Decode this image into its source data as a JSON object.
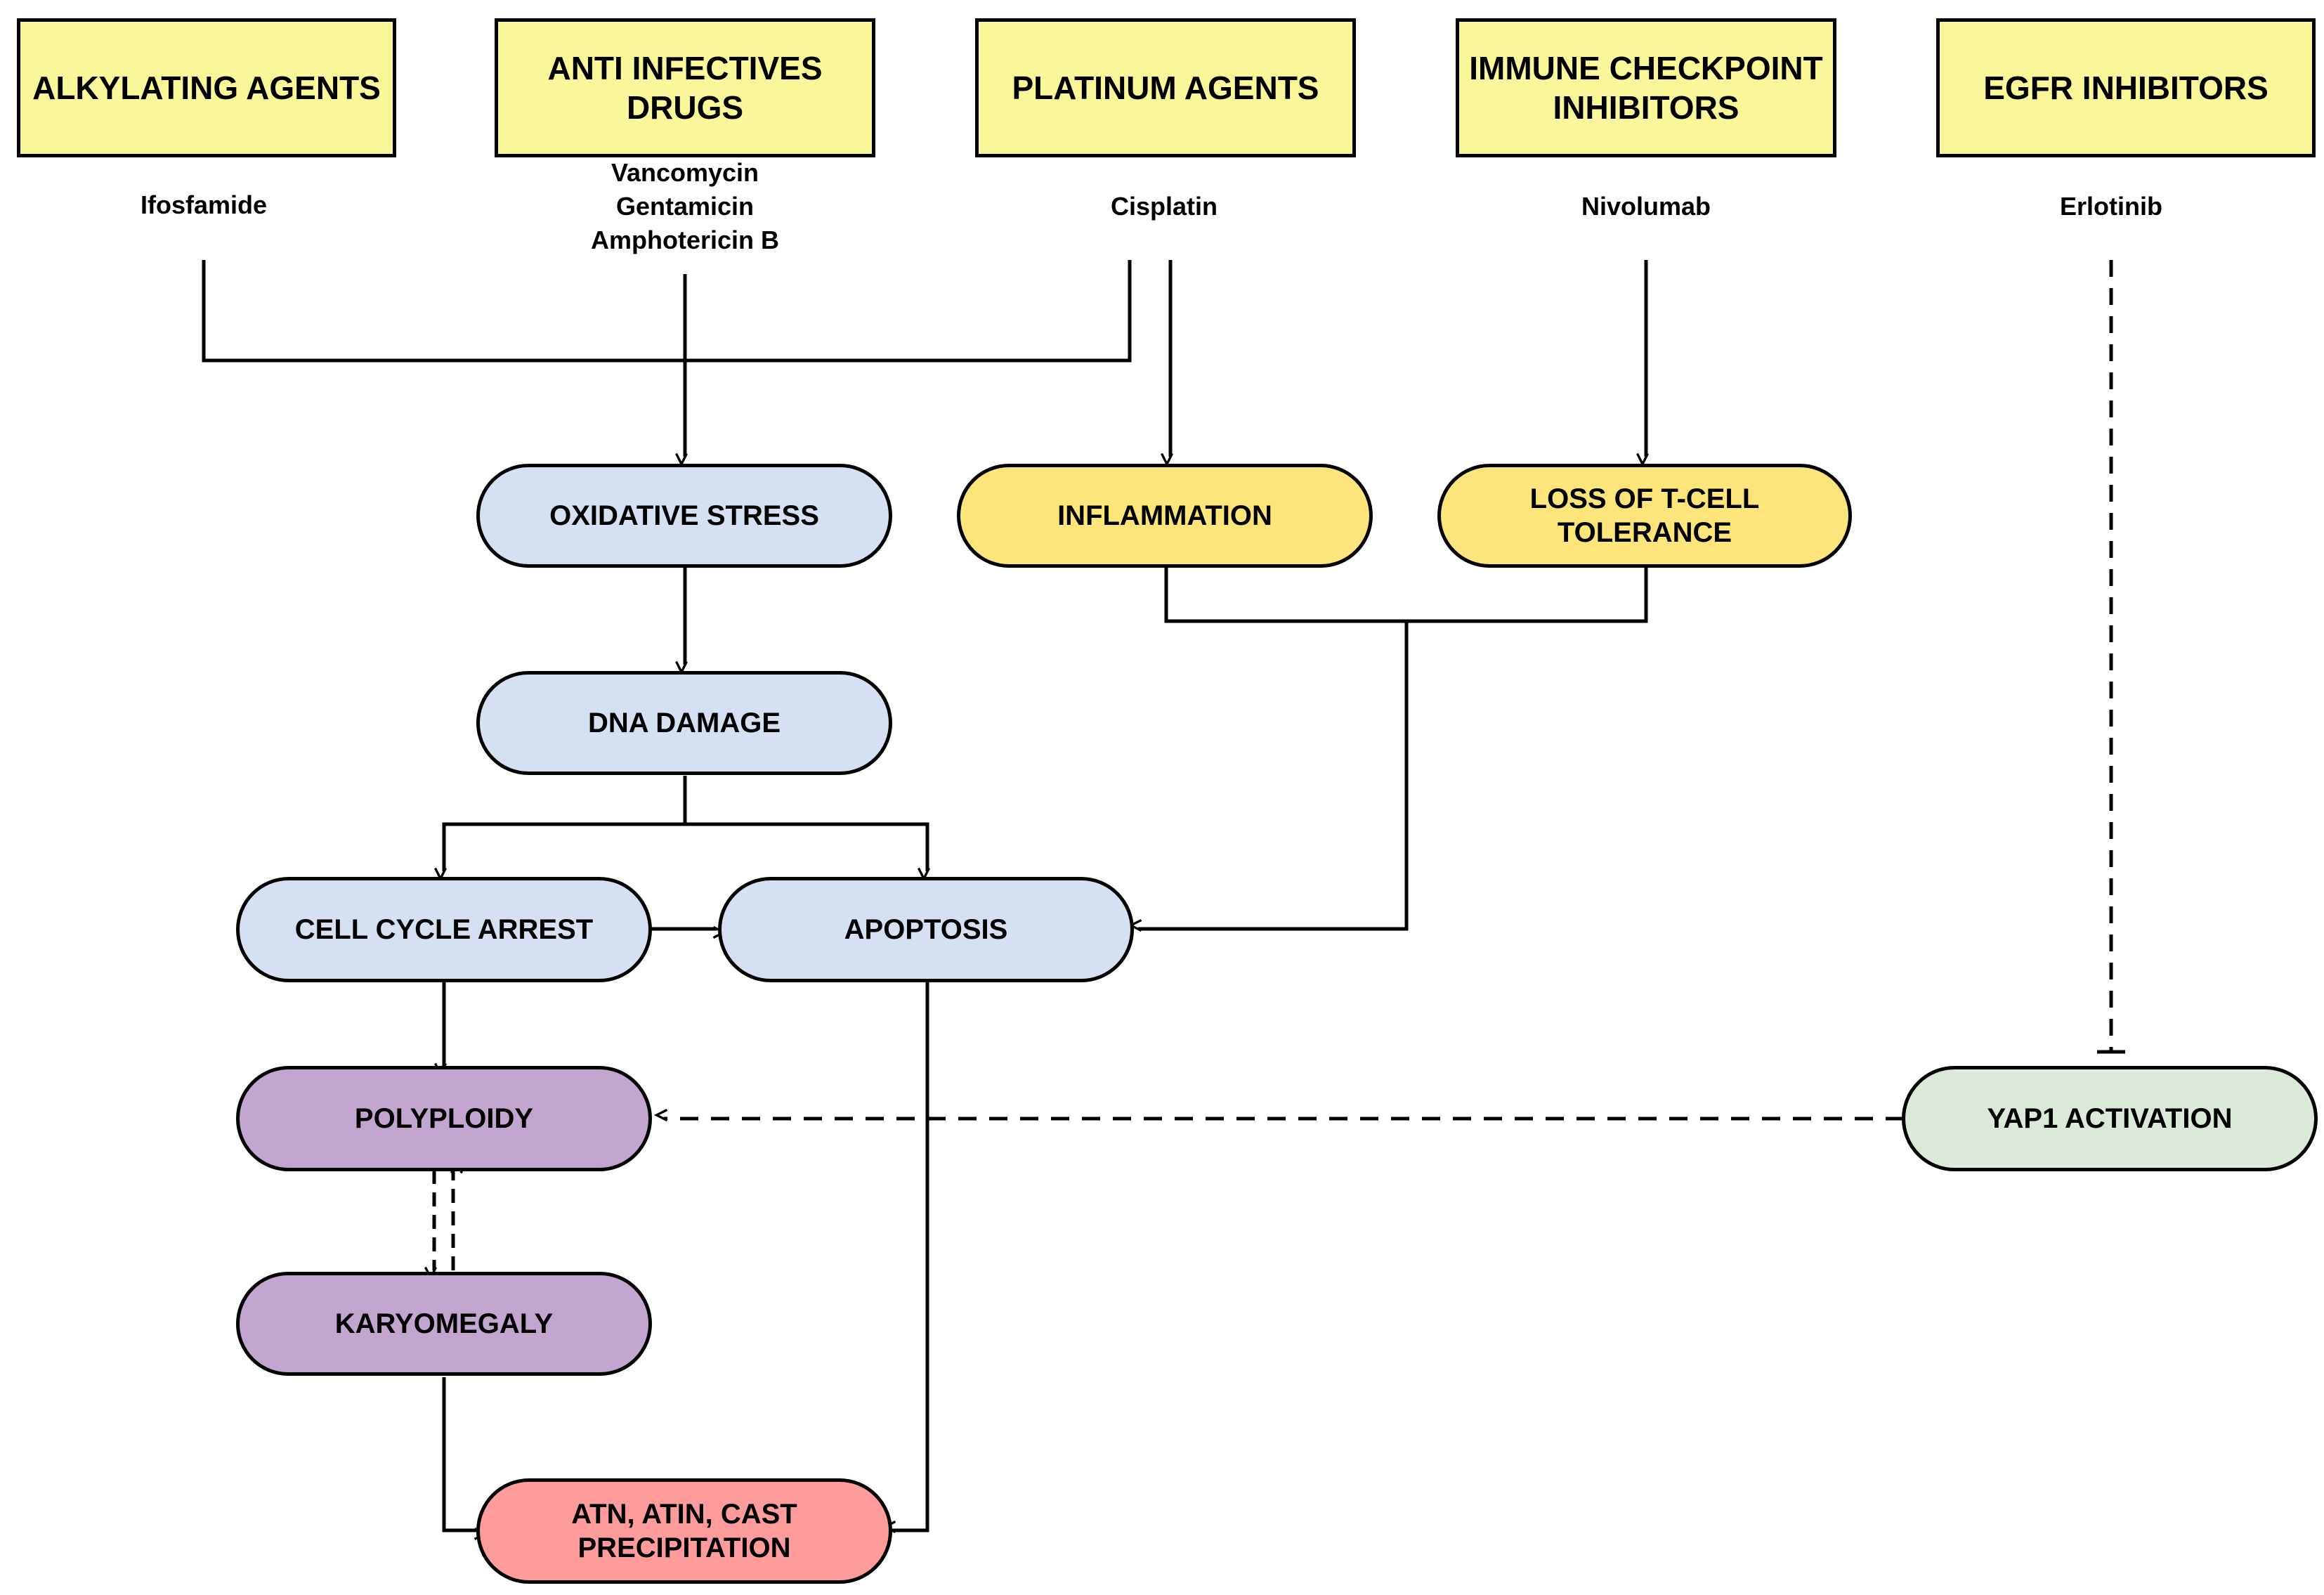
{
  "categories": {
    "alkylating": "ALKYLATING AGENTS",
    "anti_infectives": "ANTI INFECTIVES\nDRUGS",
    "platinum": "PLATINUM AGENTS",
    "checkpoint": "IMMUNE CHECKPOINT\nINHIBITORS",
    "egfr": "EGFR INHIBITORS"
  },
  "drugs": {
    "alkylating": "Ifosfamide",
    "anti_infectives": "Vancomycin\nGentamicin\nAmphotericin B",
    "platinum": "Cisplatin",
    "checkpoint": "Nivolumab",
    "egfr": "Erlotinib"
  },
  "nodes": {
    "oxidative_stress": "OXIDATIVE STRESS",
    "inflammation": "INFLAMMATION",
    "loss_tcell": "LOSS OF T-CELL\nTOLERANCE",
    "dna_damage": "DNA DAMAGE",
    "cell_cycle_arrest": "CELL CYCLE ARREST",
    "apoptosis": "APOPTOSIS",
    "polyploidy": "POLYPLOIDY",
    "yap1": "YAP1 ACTIVATION",
    "karyomegaly": "KARYOMEGALY",
    "atn": "ATN, ATIN, CAST\nPRECIPITATION"
  },
  "colors": {
    "category_fill": "#f9f79a",
    "pathway_blue": "#d5e0f2",
    "immune_yellow": "#fde57c",
    "polyploidy_purple": "#c2a6cf",
    "yap1_green": "#dbe9d8",
    "outcome_red": "#fe9c9c"
  }
}
